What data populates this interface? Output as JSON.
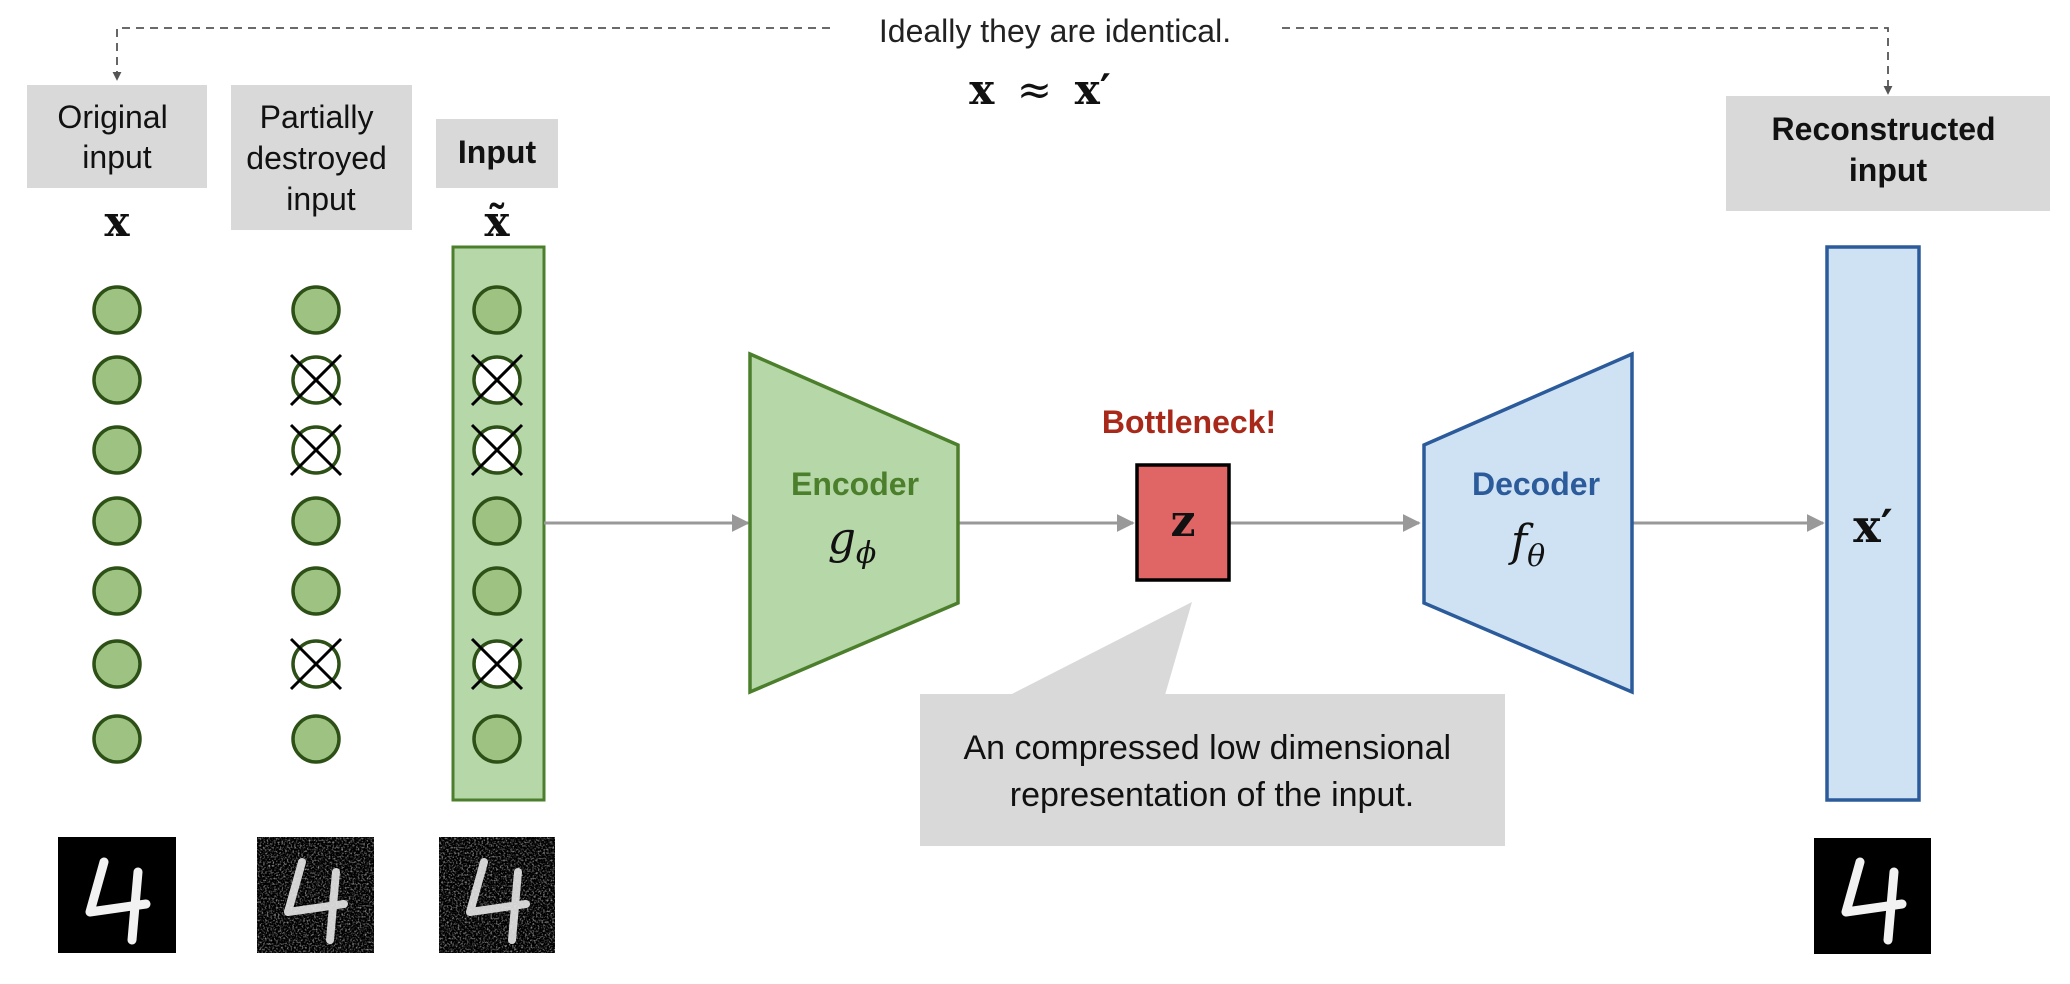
{
  "top_note": {
    "text": "Ideally they are identical.",
    "relation": {
      "left": "x",
      "symbol": "≈",
      "right": "x′"
    }
  },
  "columns": {
    "original": {
      "label_lines": [
        "Original",
        "input"
      ],
      "symbol": "x",
      "nodes": [
        "kept",
        "kept",
        "kept",
        "kept",
        "kept",
        "kept",
        "kept"
      ]
    },
    "destroyed": {
      "label_lines": [
        "Partially",
        "destroyed",
        "input"
      ],
      "nodes": [
        "kept",
        "destroyed",
        "destroyed",
        "kept",
        "kept",
        "destroyed",
        "kept"
      ]
    },
    "input": {
      "label": "Input",
      "symbol": "x̃",
      "nodes": [
        "kept",
        "destroyed",
        "destroyed",
        "kept",
        "kept",
        "destroyed",
        "kept"
      ]
    },
    "reconstructed": {
      "label_lines": [
        "Reconstructed",
        "input"
      ],
      "symbol": "x′"
    }
  },
  "encoder": {
    "label": "Encoder",
    "function": "g",
    "subscript": "ϕ"
  },
  "bottleneck": {
    "label": "Bottleneck!",
    "symbol": "z"
  },
  "decoder": {
    "label": "Decoder",
    "function": "f",
    "subscript": "θ"
  },
  "callout": {
    "lines": [
      "An compressed low dimensional",
      "representation of the input."
    ]
  },
  "colors": {
    "node_fill": "#9dc281",
    "node_stroke": "#2d5016",
    "input_fill": "#b6d7a8",
    "encoder_fill": "#b6d7a8",
    "encoder_stroke": "#4b7f2b",
    "encoder_text": "#4b7f2b",
    "decoder_fill": "#cfe2f3",
    "decoder_stroke": "#2b5b9a",
    "decoder_text": "#2b5b9a",
    "bottleneck_fill": "#e06666",
    "bottleneck_text": "#a8281a",
    "label_box": "#d9d9d9",
    "arrow": "#999999"
  }
}
